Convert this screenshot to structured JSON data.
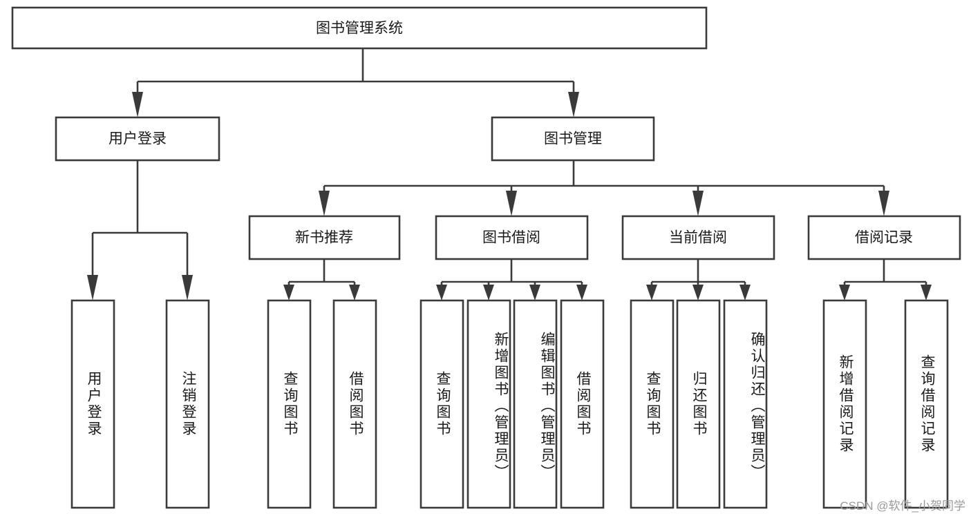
{
  "diagram": {
    "type": "tree-hierarchy-diagram",
    "title": "图书管理系统",
    "watermark": "CSDN @软件_小贺同学",
    "colors": {
      "stroke": "#3a3a3a",
      "fill": "#ffffff",
      "text": "#1a1a1a",
      "watermark": "#9a9a9a"
    },
    "levels": {
      "root": {
        "label": "图书管理系统"
      },
      "level2": [
        {
          "id": "user-login",
          "label": "用户登录"
        },
        {
          "id": "book-management",
          "label": "图书管理"
        }
      ],
      "level3": [
        {
          "id": "new-book-recommend",
          "label": "新书推荐",
          "parent": "book-management"
        },
        {
          "id": "book-borrow",
          "label": "图书借阅",
          "parent": "book-management"
        },
        {
          "id": "current-borrow",
          "label": "当前借阅",
          "parent": "book-management"
        },
        {
          "id": "borrow-record",
          "label": "借阅记录",
          "parent": "book-management"
        }
      ],
      "leaves": {
        "user-login": [
          {
            "id": "leaf-user-login",
            "label": "用户登录",
            "align": "center"
          },
          {
            "id": "leaf-logout",
            "label": "注销登录",
            "align": "center"
          }
        ],
        "new-book-recommend": [
          {
            "id": "leaf-query-book-1",
            "label": "查询图书",
            "align": "center"
          },
          {
            "id": "leaf-borrow-book-1",
            "label": "借阅图书",
            "align": "center"
          }
        ],
        "book-borrow": [
          {
            "id": "leaf-query-book-2",
            "label": "查询图书",
            "align": "center"
          },
          {
            "id": "leaf-add-book",
            "label": "新增图书（管理员）",
            "align": "top"
          },
          {
            "id": "leaf-edit-book",
            "label": "编辑图书（管理员）",
            "align": "top"
          },
          {
            "id": "leaf-borrow-book-2",
            "label": "借阅图书",
            "align": "center"
          }
        ],
        "current-borrow": [
          {
            "id": "leaf-query-book-3",
            "label": "查询图书",
            "align": "center"
          },
          {
            "id": "leaf-return-book",
            "label": "归还图书",
            "align": "center"
          },
          {
            "id": "leaf-confirm-return",
            "label": "确认归还（管理员）",
            "align": "top"
          }
        ],
        "borrow-record": [
          {
            "id": "leaf-add-record",
            "label": "新增借阅记录",
            "align": "center"
          },
          {
            "id": "leaf-query-record",
            "label": "查询借阅记录",
            "align": "center"
          }
        ]
      }
    }
  }
}
